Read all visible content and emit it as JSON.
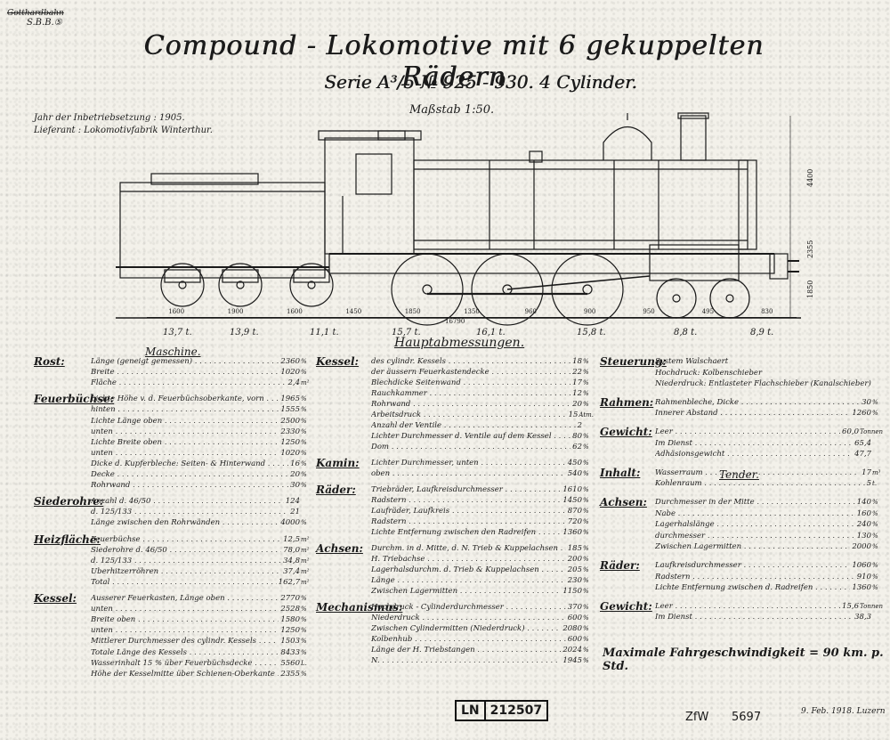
{
  "header": {
    "owner_struck": "Gotthardbahn",
    "owner": "S.B.B.⑤",
    "title": "Compound - Lokomotive mit 6 gekuppelten Rädern",
    "subtitle": "Serie A³/5 № 925 - 930. 4 Cylinder.",
    "scale": "Maßstab 1:50.",
    "year": "Jahr der Inbetriebsetzung : 1905.",
    "supplier": "Lieferant : Lokomotivfabrik Winterthur."
  },
  "axle_loads": [
    "13,7 t.",
    "13,9 t.",
    "11,1 t.",
    "15,7 t.",
    "16,1 t.",
    "15,8 t.",
    "8,8 t.",
    "8,9 t."
  ],
  "dimensions_bar": [
    "1600",
    "1900",
    "1600",
    "1450",
    "1850",
    "1350",
    "960",
    "900",
    "950",
    "495",
    "830"
  ],
  "total_length": "16790",
  "heights": [
    "4400",
    "2355",
    "1850"
  ],
  "main_heading": "Hauptabmessungen.",
  "machine_heading": "Maschine.",
  "tender_heading": "Tender.",
  "col1": [
    {
      "sec": "Rost:",
      "label": "Länge (geneigt gemessen)",
      "val": "2360",
      "unit": "%"
    },
    {
      "label": "Breite",
      "val": "1020",
      "unit": "%"
    },
    {
      "label": "Fläche",
      "val": "2,4",
      "unit": "m²"
    },
    {
      "sec": "Feuerbüchse:",
      "label": "Lichte Höhe v. d. Feuerbüchsoberkante, vorn",
      "val": "1965",
      "unit": "%"
    },
    {
      "label": "hinten",
      "val": "1555",
      "unit": "%"
    },
    {
      "label": "Lichte Länge oben",
      "val": "2500",
      "unit": "%"
    },
    {
      "label": "unten",
      "val": "2330",
      "unit": "%"
    },
    {
      "label": "Lichte Breite oben",
      "val": "1250",
      "unit": "%"
    },
    {
      "label": "unten",
      "val": "1020",
      "unit": "%"
    },
    {
      "label": "Dicke d. Kupferbleche: Seiten- & Hinterwand",
      "val": "16",
      "unit": "%"
    },
    {
      "label": "Decke",
      "val": "20",
      "unit": "%"
    },
    {
      "label": "Rohrwand",
      "val": "30",
      "unit": "%"
    },
    {
      "sec": "Siederohre:",
      "label": "Anzahl d. 46/50",
      "val": "124",
      "unit": ""
    },
    {
      "label": "d. 125/133",
      "val": "21",
      "unit": ""
    },
    {
      "label": "Länge zwischen den Rohrwänden",
      "val": "4000",
      "unit": "%"
    },
    {
      "sec": "Heizfläche:",
      "label": "Feuerbüchse",
      "val": "12,5",
      "unit": "m²"
    },
    {
      "label": "Siederohre d. 46/50",
      "val": "78,0",
      "unit": "m²"
    },
    {
      "label": "d. 125/133",
      "val": "34,8",
      "unit": "m²"
    },
    {
      "label": "Überhitzerröhren",
      "val": "37,4",
      "unit": "m²"
    },
    {
      "label": "Total",
      "val": "162,7",
      "unit": "m²"
    },
    {
      "sec": "Kessel:",
      "label": "Äusserer Feuerkasten, Länge oben",
      "val": "2770",
      "unit": "%"
    },
    {
      "label": "unten",
      "val": "2528",
      "unit": "%"
    },
    {
      "label": "Breite oben",
      "val": "1580",
      "unit": "%"
    },
    {
      "label": "unten",
      "val": "1250",
      "unit": "%"
    },
    {
      "label": "Mittlerer Durchmesser des cylindr. Kessels",
      "val": "1503",
      "unit": "%"
    },
    {
      "label": "Totale Länge des Kessels",
      "val": "8433",
      "unit": "%"
    },
    {
      "label": "Wasserinhalt 15 % über Feuerbüchsdecke",
      "val": "5560",
      "unit": "L."
    },
    {
      "label": "Höhe der Kesselmitte über Schienen-Oberkante",
      "val": "2355",
      "unit": "%"
    }
  ],
  "col2": [
    {
      "sec": "Kessel:",
      "label": "des cylindr. Kessels",
      "val": "18",
      "unit": "%"
    },
    {
      "label": "der äussern Feuerkastendecke",
      "val": "22",
      "unit": "%"
    },
    {
      "label": "Blechdicke Seitenwand",
      "val": "17",
      "unit": "%"
    },
    {
      "label": "Rauchkammer",
      "val": "12",
      "unit": "%"
    },
    {
      "label": "Rohrwand",
      "val": "20",
      "unit": "%"
    },
    {
      "label": "Arbeitsdruck",
      "val": "15",
      "unit": "Atm."
    },
    {
      "label": "Anzahl der Ventile",
      "val": "2",
      "unit": ""
    },
    {
      "label": "Lichter Durchmesser d. Ventile auf dem Kessel",
      "val": "80",
      "unit": "%"
    },
    {
      "label": "Dom",
      "val": "62",
      "unit": "%"
    },
    {
      "sec": "Kamin:",
      "label": "Lichter Durchmesser, unten",
      "val": "450",
      "unit": "%"
    },
    {
      "label": "oben",
      "val": "540",
      "unit": "%"
    },
    {
      "sec": "Räder:",
      "label": "Triebräder, Laufkreisdurchmesser",
      "val": "1610",
      "unit": "%"
    },
    {
      "label": "Radstern",
      "val": "1450",
      "unit": "%"
    },
    {
      "label": "Laufräder, Laufkreis",
      "val": "870",
      "unit": "%"
    },
    {
      "label": "Radstern",
      "val": "720",
      "unit": "%"
    },
    {
      "label": "Lichte Entfernung zwischen den Radreifen",
      "val": "1360",
      "unit": "%"
    },
    {
      "sec": "Achsen:",
      "label": "Durchm. in d. Mitte, d. N. Trieb & Kuppelachsen",
      "val": "185",
      "unit": "%"
    },
    {
      "label": "H. Triebachse",
      "val": "200",
      "unit": "%"
    },
    {
      "label": "Lagerhalsdurchm. d. Trieb & Kuppelachsen",
      "val": "205",
      "unit": "%"
    },
    {
      "label": "Länge",
      "val": "230",
      "unit": "%"
    },
    {
      "label": "Zwischen Lagermitten",
      "val": "1150",
      "unit": "%"
    },
    {
      "sec": "Mechanismus:",
      "label": "Hochdruck - Cylinderdurchmesser",
      "val": "370",
      "unit": "%"
    },
    {
      "label": "Niederdruck",
      "val": "600",
      "unit": "%"
    },
    {
      "label": "Zwischen Cylindermitten (Niederdruck)",
      "val": "2080",
      "unit": "%"
    },
    {
      "label": "Kolbenhub",
      "val": "600",
      "unit": "%"
    },
    {
      "label": "Länge der H. Triebstangen",
      "val": "2024",
      "unit": "%"
    },
    {
      "label": "N.",
      "val": "1945",
      "unit": "%"
    }
  ],
  "col3": [
    {
      "sec": "Steuerung:",
      "label": "System Walschaert",
      "val": "",
      "unit": ""
    },
    {
      "label": "Hochdruck: Kolbenschieber",
      "val": "",
      "unit": ""
    },
    {
      "label": "Niederdruck: Entlasteter Flachschieber (Kanalschieber)",
      "val": "",
      "unit": ""
    },
    {
      "sec": "Rahmen:",
      "label": "Rahmenbleche, Dicke",
      "val": "30",
      "unit": "%"
    },
    {
      "label": "Innerer Abstand",
      "val": "1260",
      "unit": "%"
    },
    {
      "sec": "Gewicht:",
      "label": "Leer",
      "val": "60,0",
      "unit": "Tonnen"
    },
    {
      "label": "Im Dienst",
      "val": "65,4",
      "unit": ""
    },
    {
      "label": "Adhäsionsgewicht",
      "val": "47,7",
      "unit": ""
    },
    {
      "sec": "Inhalt:",
      "label": "Wasserraum",
      "val": "17",
      "unit": "m³"
    },
    {
      "label": "Kohlenraum",
      "val": "5",
      "unit": "t."
    },
    {
      "sec": "Achsen:",
      "label": "Durchmesser in der Mitte",
      "val": "140",
      "unit": "%"
    },
    {
      "label": "Nabe",
      "val": "160",
      "unit": "%"
    },
    {
      "label": "Lagerhalslänge",
      "val": "240",
      "unit": "%"
    },
    {
      "label": "durchmesser",
      "val": "130",
      "unit": "%"
    },
    {
      "label": "Zwischen Lagermitten",
      "val": "2000",
      "unit": "%"
    },
    {
      "sec": "Räder:",
      "label": "Laufkreisdurchmesser",
      "val": "1060",
      "unit": "%"
    },
    {
      "label": "Radstern",
      "val": "910",
      "unit": "%"
    },
    {
      "label": "Lichte Entfernung zwischen d. Radreifen",
      "val": "1360",
      "unit": "%"
    },
    {
      "sec": "Gewicht:",
      "label": "Leer",
      "val": "15,6",
      "unit": "Tonnen"
    },
    {
      "label": "Im Dienst",
      "val": "38,3",
      "unit": ""
    }
  ],
  "vmax": "Maximale Fahrgeschwindigkeit = 90 km. p. Std.",
  "stamp": {
    "prefix": "LN",
    "number": "212507"
  },
  "zfw": {
    "label": "ZfW",
    "number": "5697"
  },
  "signature": "9. Feb. 1918. Luzern"
}
